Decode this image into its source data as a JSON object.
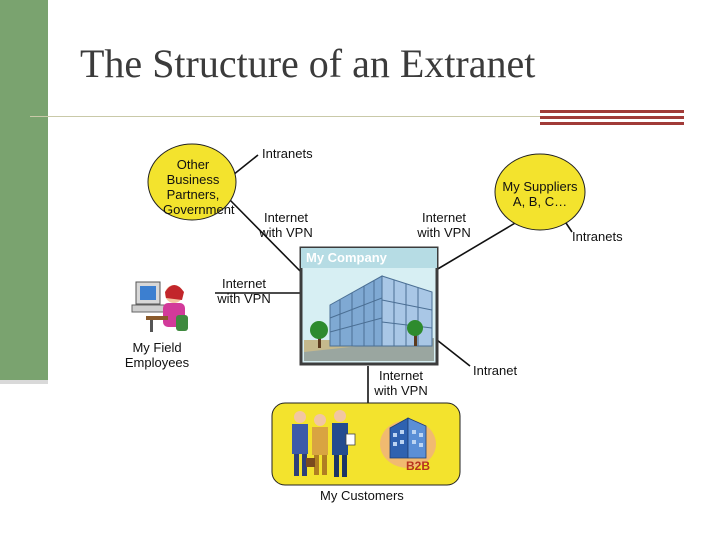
{
  "slide": {
    "title": "The Structure of an Extranet"
  },
  "colors": {
    "accent_bar": "#a13b38",
    "side_bar": "#7aa36f",
    "ellipse_fill": "#f3e32d",
    "company_fill": "#d7eff3",
    "company_border": "#3c3c3c",
    "company_title": "#ffffff"
  },
  "diagram": {
    "partners": {
      "line1": "Other",
      "line2": "Business",
      "line3": "Partners,",
      "line4": "Government"
    },
    "suppliers": {
      "line1": "My Suppliers",
      "line2": "A, B, C…"
    },
    "company": {
      "label": "My Company"
    },
    "employees": {
      "line1": "My Field",
      "line2": "Employees"
    },
    "customers": {
      "label": "My Customers",
      "badge": "B2B"
    },
    "connections": {
      "intranets_top": "Intranets",
      "intranets_right": "Intranets",
      "intranet_bottom": "Intranet",
      "vpn_partners": {
        "line1": "Internet",
        "line2": "with VPN"
      },
      "vpn_suppliers": {
        "line1": "Internet",
        "line2": "with VPN"
      },
      "vpn_employees": {
        "line1": "Internet",
        "line2": "with VPN"
      },
      "vpn_customers": {
        "line1": "Internet",
        "line2": "with VPN"
      }
    }
  }
}
